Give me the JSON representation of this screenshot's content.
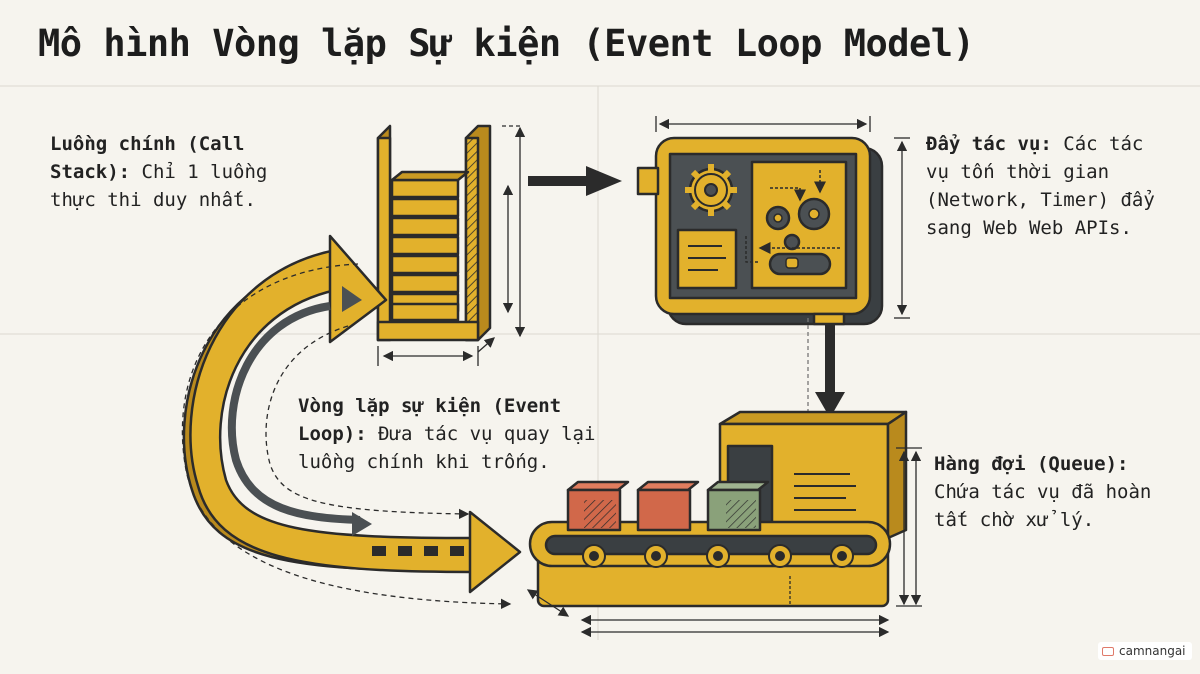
{
  "title": "Mô hình Vòng lặp Sự kiện (Event Loop Model)",
  "labels": {
    "call_stack": {
      "heading": "Luồng chính (Call Stack):",
      "text": " Chỉ 1 luồng thực thi duy nhất."
    },
    "web_apis": {
      "heading": "Đẩy tác vụ:",
      "text": " Các tác vụ tốn thời gian (Network, Timer) đẩy sang Web Web APIs."
    },
    "event_loop": {
      "heading": "Vòng lặp sự kiện (Event Loop):",
      "text": " Đưa tác vụ quay lại luồng chính khi trống."
    },
    "queue": {
      "heading": "Hàng đợi (Queue):",
      "text": " Chứa tác vụ đã hoàn tất chờ xử lý."
    }
  },
  "watermark": "camnangai",
  "colors": {
    "mustard": "#e2b12c",
    "dark": "#2b2b2b",
    "slate": "#4b5053",
    "box_red": "#d1684a",
    "box_green": "#8aa17a",
    "background": "#f6f4ee"
  }
}
